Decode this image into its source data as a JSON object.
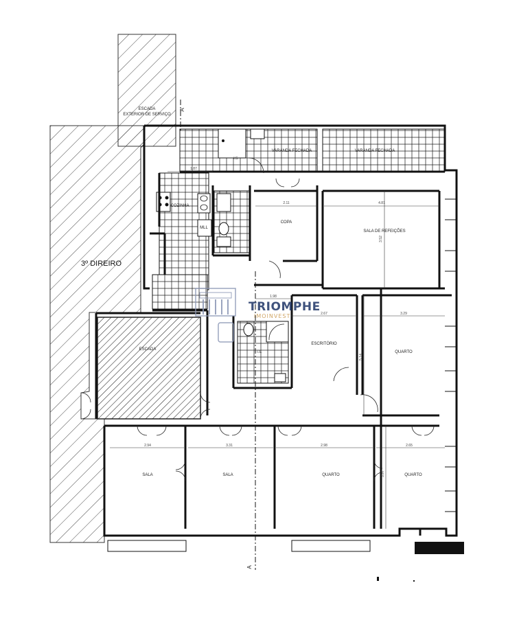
{
  "rooms": {
    "escada_exterior_line1": "ESCADA",
    "escada_exterior_line2": "EXTERIOR DE SERVIÇO",
    "varanda_1": "VARANDA FECHADA",
    "varanda_2": "VARANDA FECHADA",
    "is_top": "I.S.",
    "cozinha": "COZINHA",
    "mll": "MLL",
    "copa": "COPA",
    "sala_refeicoes": "SALA DE REFEIÇÕES",
    "direiro": "3º DIREIRO",
    "escada": "ESCADA",
    "is_mid": "I.S.",
    "escritorio": "ESCRITÓRIO",
    "quarto_right": "QUARTO",
    "sala_1": "SALA",
    "sala_2": "SALA",
    "quarto_bottom_1": "QUARTO",
    "quarto_bottom_2": "QUARTO"
  },
  "dimensions": {
    "d_cozinha_top": "1.87",
    "d_copa": "2.11",
    "d_sala_refeicoes": "4.81",
    "d_sala_refeicoes_v": "3.52",
    "d_hall": "1.98",
    "d_escritorio": "2.67",
    "d_quarto_right": "3.29",
    "d_quarto_right_v": "5.14",
    "d_sala_1": "2.94",
    "d_sala_2": "3.31",
    "d_quarto_b1": "2.98",
    "d_quarto_b2": "2.65",
    "d_quarto_b2_v": "3.87"
  },
  "section_markers": {
    "top": "A",
    "bottom": "A"
  },
  "logo": {
    "name": "TRIOMPHE",
    "tagline": "IMOINVEST"
  },
  "colors": {
    "logo_primary": "#1e3466",
    "logo_accent": "#c8964a",
    "walls": "#111111"
  }
}
